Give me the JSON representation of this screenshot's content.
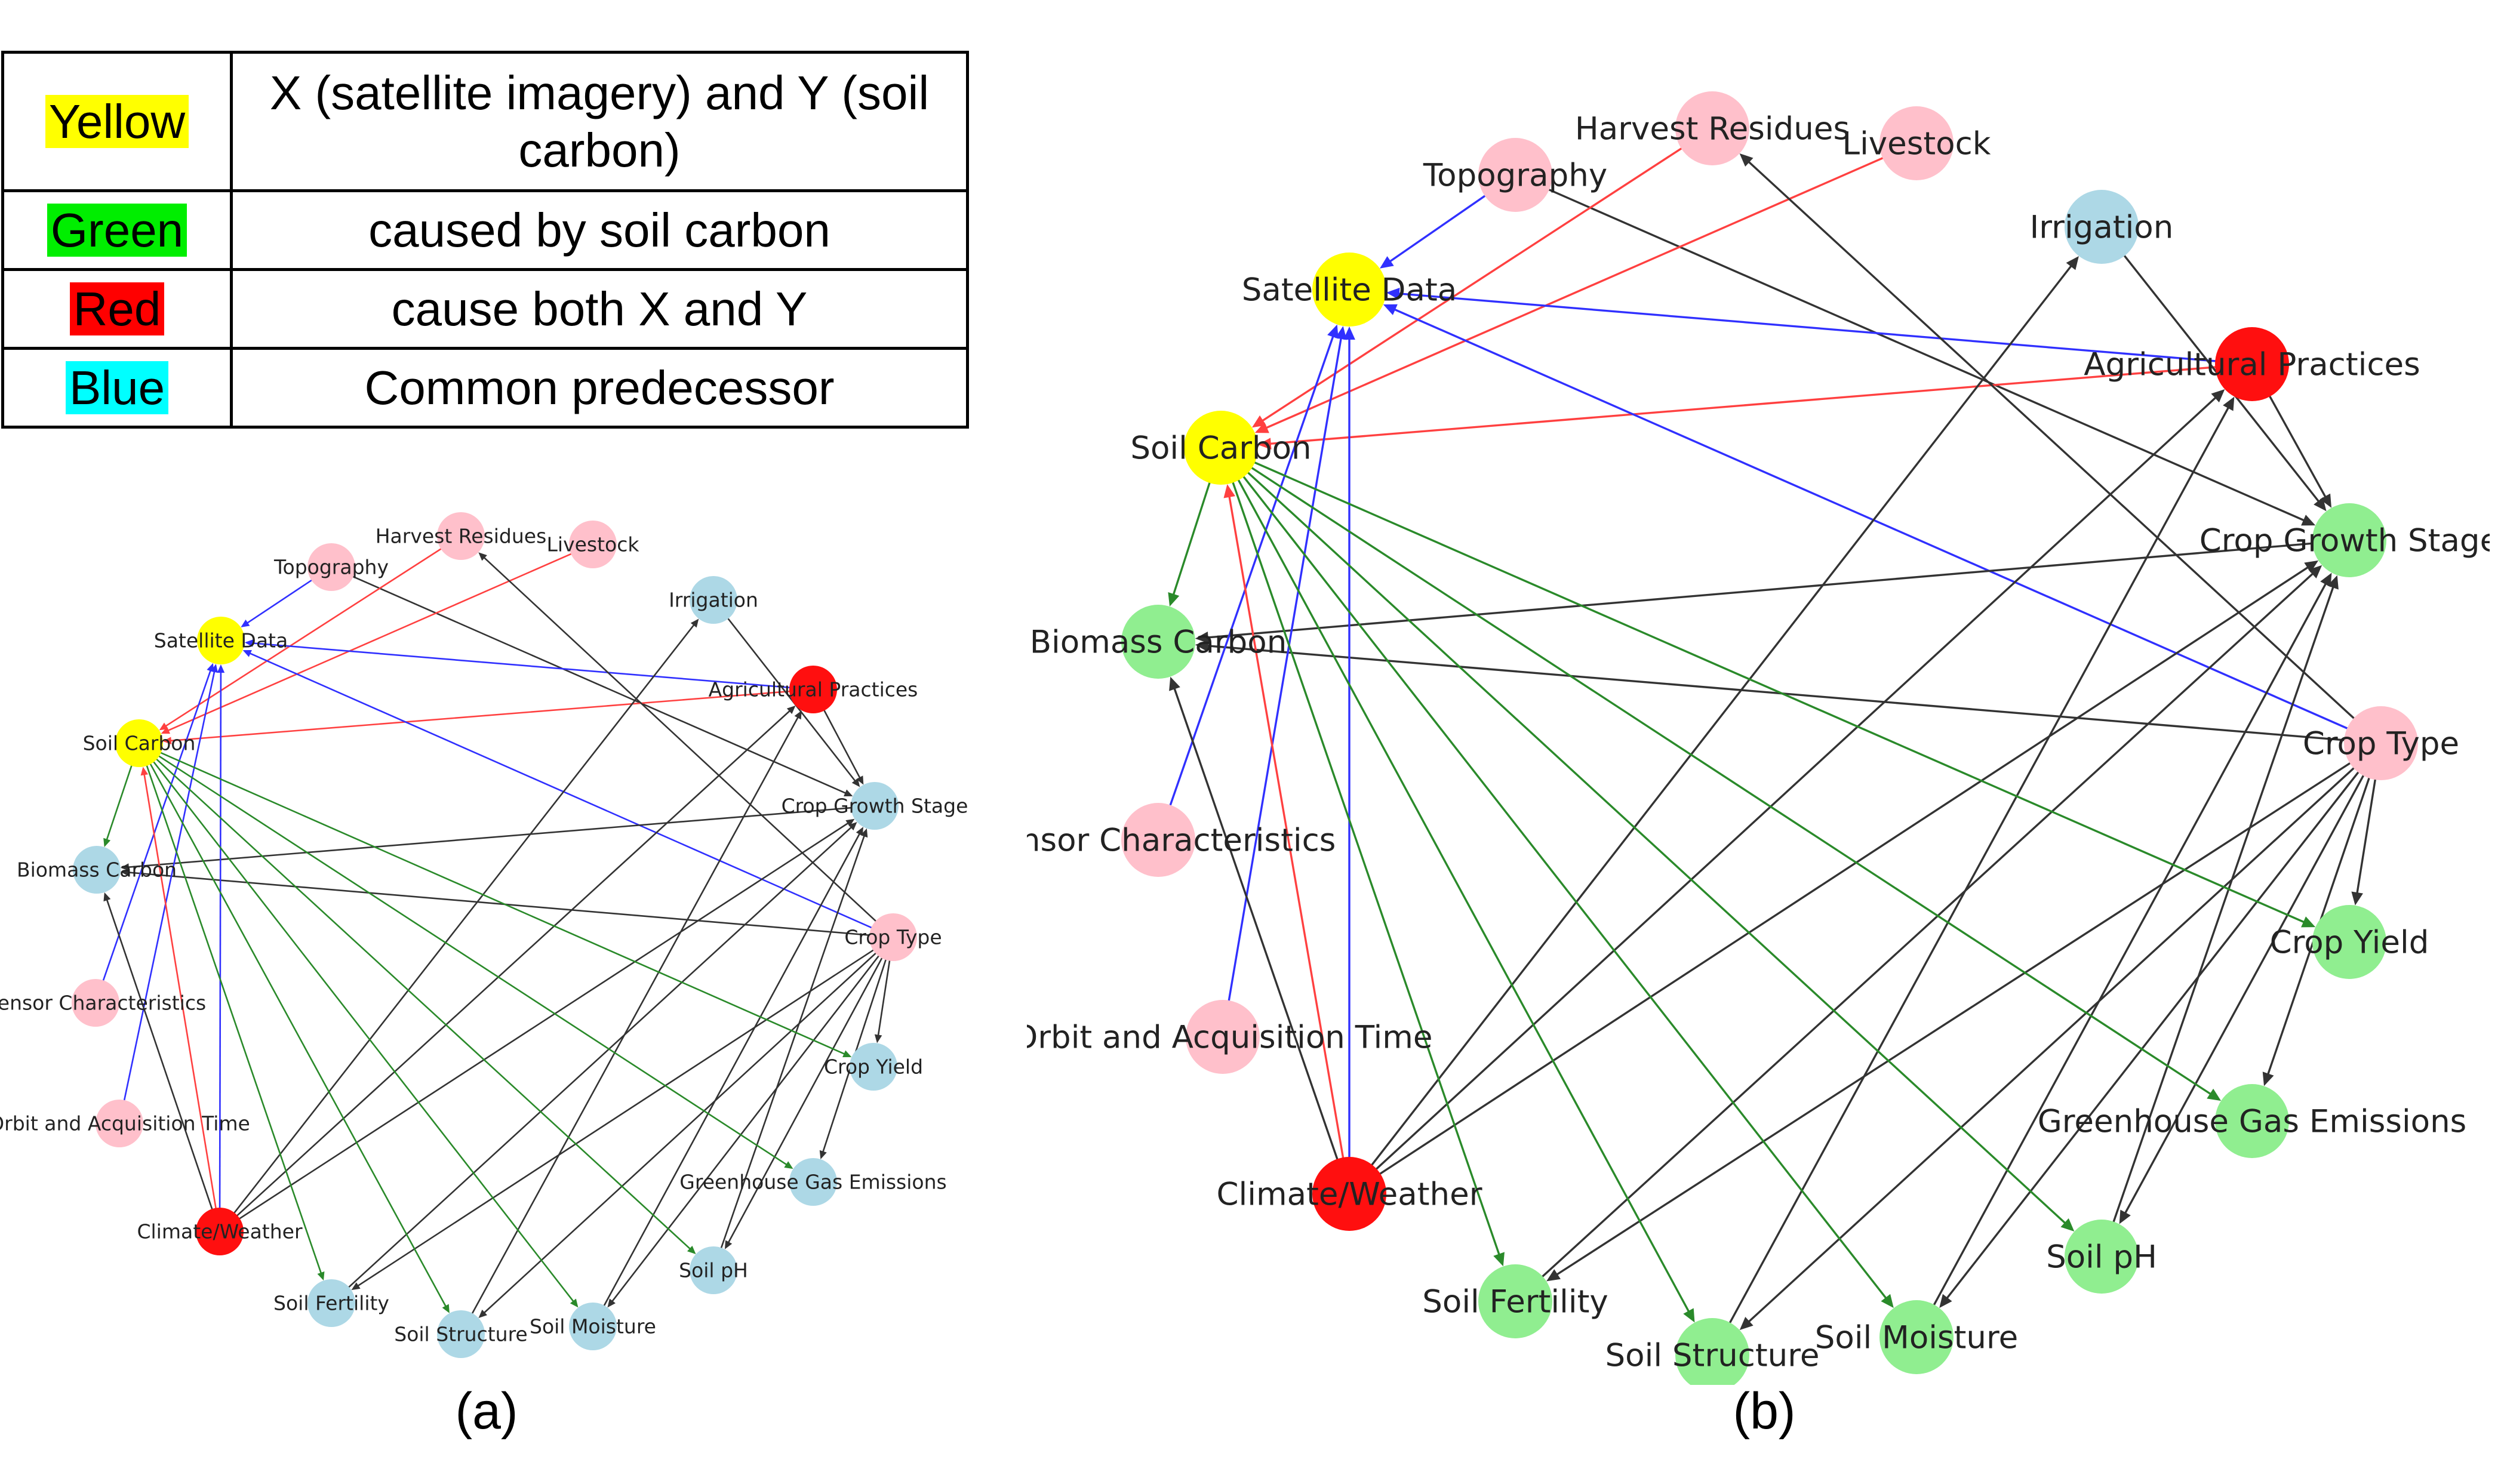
{
  "legend": [
    {
      "swatch": "Yellow",
      "color": "#ffff00",
      "desc": "X (satellite imagery) and Y (soil carbon)"
    },
    {
      "swatch": "Green",
      "color": "#00ee00",
      "desc": "caused by soil carbon"
    },
    {
      "swatch": "Red",
      "color": "#ff0000",
      "desc": "cause both X and Y"
    },
    {
      "swatch": "Blue",
      "color": "#00ffff",
      "desc": "Common predecessor"
    }
  ],
  "captions": {
    "a": "(a)",
    "b": "(b)"
  },
  "node_colors": {
    "yellow": "#ffff00",
    "red": "#ff0f0f",
    "pink": "#ffc0cb",
    "lightblue": "#add8e6",
    "lightgreen": "#90ee90"
  },
  "edge_colors": {
    "black": "#333333",
    "red": "#ff4040",
    "blue": "#3030ff",
    "green": "#2a8a2a"
  },
  "nodes": [
    {
      "id": "topography",
      "label": "Topography",
      "a": "pink",
      "b": "pink"
    },
    {
      "id": "harvest",
      "label": "Harvest Residues",
      "a": "pink",
      "b": "pink"
    },
    {
      "id": "livestock",
      "label": "Livestock",
      "a": "pink",
      "b": "pink"
    },
    {
      "id": "irrigation",
      "label": "Irrigation",
      "a": "lightblue",
      "b": "lightblue"
    },
    {
      "id": "agri",
      "label": "Agricultural Practices",
      "a": "red",
      "b": "red"
    },
    {
      "id": "growth",
      "label": "Crop Growth Stage",
      "a": "lightblue",
      "b": "lightgreen"
    },
    {
      "id": "croptype",
      "label": "Crop Type",
      "a": "pink",
      "b": "pink"
    },
    {
      "id": "yield",
      "label": "Crop Yield",
      "a": "lightblue",
      "b": "lightgreen"
    },
    {
      "id": "ghg",
      "label": "Greenhouse Gas Emissions",
      "a": "lightblue",
      "b": "lightgreen"
    },
    {
      "id": "ph",
      "label": "Soil pH",
      "a": "lightblue",
      "b": "lightgreen"
    },
    {
      "id": "moisture",
      "label": "Soil Moisture",
      "a": "lightblue",
      "b": "lightgreen"
    },
    {
      "id": "structure",
      "label": "Soil Structure",
      "a": "lightblue",
      "b": "lightgreen"
    },
    {
      "id": "fertility",
      "label": "Soil Fertility",
      "a": "lightblue",
      "b": "lightgreen"
    },
    {
      "id": "climate",
      "label": "Climate/Weather",
      "a": "red",
      "b": "red"
    },
    {
      "id": "orbit",
      "label": "Orbit and Acquisition Time",
      "a": "pink",
      "b": "pink"
    },
    {
      "id": "sensor",
      "label": "Sensor Characteristics",
      "a": "pink",
      "b": "pink"
    },
    {
      "id": "biomass",
      "label": "Biomass Carbon",
      "a": "lightblue",
      "b": "lightgreen"
    },
    {
      "id": "soilc",
      "label": "Soil Carbon",
      "a": "yellow",
      "b": "yellow"
    },
    {
      "id": "sat",
      "label": "Satellite Data",
      "a": "yellow",
      "b": "yellow"
    }
  ],
  "edges": [
    {
      "from": "topography",
      "to": "sat",
      "color": "blue"
    },
    {
      "from": "topography",
      "to": "growth",
      "color": "black"
    },
    {
      "from": "harvest",
      "to": "soilc",
      "color": "red"
    },
    {
      "from": "livestock",
      "to": "soilc",
      "color": "red"
    },
    {
      "from": "agri",
      "to": "sat",
      "color": "blue"
    },
    {
      "from": "agri",
      "to": "soilc",
      "color": "red"
    },
    {
      "from": "agri",
      "to": "growth",
      "color": "black"
    },
    {
      "from": "irrigation",
      "to": "growth",
      "color": "black"
    },
    {
      "from": "croptype",
      "to": "sat",
      "color": "blue"
    },
    {
      "from": "croptype",
      "to": "harvest",
      "color": "black"
    },
    {
      "from": "croptype",
      "to": "biomass",
      "color": "black"
    },
    {
      "from": "croptype",
      "to": "yield",
      "color": "black"
    },
    {
      "from": "croptype",
      "to": "ghg",
      "color": "black"
    },
    {
      "from": "croptype",
      "to": "ph",
      "color": "black"
    },
    {
      "from": "croptype",
      "to": "moisture",
      "color": "black"
    },
    {
      "from": "croptype",
      "to": "structure",
      "color": "black"
    },
    {
      "from": "croptype",
      "to": "fertility",
      "color": "black"
    },
    {
      "from": "growth",
      "to": "biomass",
      "color": "black"
    },
    {
      "from": "sensor",
      "to": "sat",
      "color": "blue"
    },
    {
      "from": "orbit",
      "to": "sat",
      "color": "blue"
    },
    {
      "from": "climate",
      "to": "sat",
      "color": "blue"
    },
    {
      "from": "climate",
      "to": "soilc",
      "color": "red"
    },
    {
      "from": "climate",
      "to": "biomass",
      "color": "black"
    },
    {
      "from": "climate",
      "to": "irrigation",
      "color": "black"
    },
    {
      "from": "climate",
      "to": "agri",
      "color": "black"
    },
    {
      "from": "climate",
      "to": "growth",
      "color": "black"
    },
    {
      "from": "fertility",
      "to": "growth",
      "color": "black"
    },
    {
      "from": "structure",
      "to": "agri",
      "color": "black"
    },
    {
      "from": "moisture",
      "to": "growth",
      "color": "black"
    },
    {
      "from": "ph",
      "to": "growth",
      "color": "black"
    },
    {
      "from": "soilc",
      "to": "biomass",
      "color": "green"
    },
    {
      "from": "soilc",
      "to": "yield",
      "color": "green"
    },
    {
      "from": "soilc",
      "to": "ghg",
      "color": "green"
    },
    {
      "from": "soilc",
      "to": "ph",
      "color": "green"
    },
    {
      "from": "soilc",
      "to": "moisture",
      "color": "green"
    },
    {
      "from": "soilc",
      "to": "structure",
      "color": "green"
    },
    {
      "from": "soilc",
      "to": "fertility",
      "color": "green"
    }
  ]
}
